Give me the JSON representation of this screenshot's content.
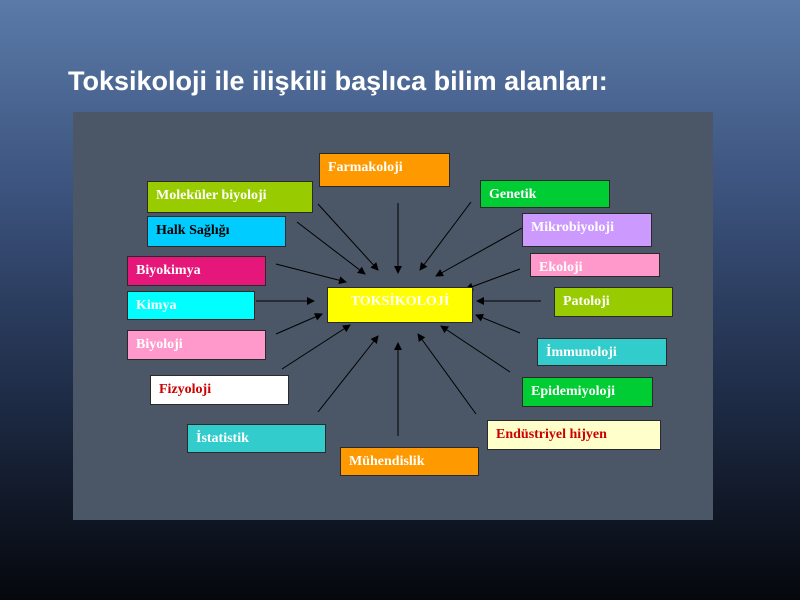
{
  "slide": {
    "title": "Toksikoloji ile ilişkili başlıca bilim alanları:"
  },
  "diagram": {
    "center": {
      "label": "TOKSİKOLOJİ",
      "color": "#ffff00",
      "text_color": "#ffffff"
    },
    "boxes": [
      {
        "id": "farmakoloji",
        "label": "Farmakoloji",
        "color": "#ff9900",
        "text_color": "#ffffff"
      },
      {
        "id": "molekuler-biyoloji",
        "label": "Moleküler biyoloji",
        "color": "#99cc00",
        "text_color": "#ffffff"
      },
      {
        "id": "genetik",
        "label": "Genetik",
        "color": "#00cc33",
        "text_color": "#ffffff"
      },
      {
        "id": "halk-sagligi",
        "label": "Halk Sağlığı",
        "color": "#00ccff",
        "text_color": "#000000"
      },
      {
        "id": "mikrobiyoloji",
        "label": "Mikrobiyoloji",
        "color": "#cc99ff",
        "text_color": "#ffffff"
      },
      {
        "id": "biyokimya",
        "label": "Biyokimya",
        "color": "#e6177a",
        "text_color": "#ffffff"
      },
      {
        "id": "ekoloji",
        "label": "Ekoloji",
        "color": "#ff99cc",
        "text_color": "#ffffff"
      },
      {
        "id": "kimya",
        "label": "Kimya",
        "color": "#00ffff",
        "text_color": "#ffffff"
      },
      {
        "id": "patoloji",
        "label": "Patoloji",
        "color": "#99cc00",
        "text_color": "#ffffff"
      },
      {
        "id": "biyoloji",
        "label": "Biyoloji",
        "color": "#ff99cc",
        "text_color": "#ffffff"
      },
      {
        "id": "immunoloji",
        "label": "İmmunoloji",
        "color": "#33cccc",
        "text_color": "#ffffff"
      },
      {
        "id": "fizyoloji",
        "label": "Fizyoloji",
        "color": "#ffffff",
        "text_color": "#cc0000"
      },
      {
        "id": "epidemiyoloji",
        "label": "Epidemiyoloji",
        "color": "#00cc33",
        "text_color": "#ffffff"
      },
      {
        "id": "istatistik",
        "label": "İstatistik",
        "color": "#33cccc",
        "text_color": "#ffffff"
      },
      {
        "id": "endustriyel-hijyen",
        "label": "Endüstriyel hijyen",
        "color": "#ffffcc",
        "text_color": "#cc0000"
      },
      {
        "id": "muhendislik",
        "label": "Mühendislik",
        "color": "#ff9900",
        "text_color": "#ffffff"
      }
    ],
    "arrow_color": "#000000"
  }
}
